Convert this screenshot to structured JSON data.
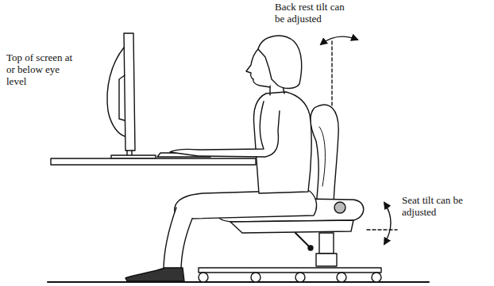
{
  "diagram": {
    "labels": [
      "Top of screen at or below eye level",
      "Back rest tilt can be adjusted",
      "Seat tilt can be adjusted"
    ]
  }
}
